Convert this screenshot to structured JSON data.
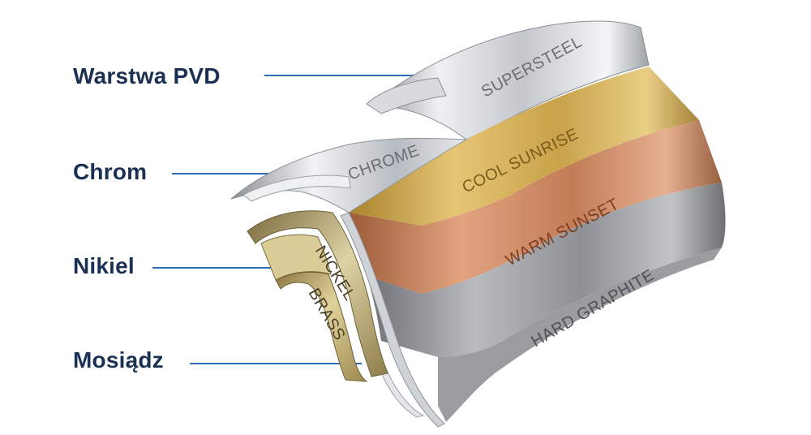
{
  "labels": {
    "pvd": "Warstwa PVD",
    "chrome": "Chrom",
    "nickel": "Nikiel",
    "brass": "Mosiądz"
  },
  "engraved": {
    "superhsteel": "SUPERSTEEL",
    "chrome": "CHROME",
    "cool_sunrise": "COOL SUNRISE",
    "warm_sunset": "WARM SUNSET",
    "hard_graphite": "HARD GRAPHITE",
    "nickel": "NICKEL",
    "brass": "BRASS"
  },
  "colors": {
    "label_text": "#1b3153",
    "leader_line": "#2e6cb4",
    "steel": "#c9ccd0",
    "gold": "#c9a64a",
    "copper": "#c98660",
    "graphite": "#8d8f93",
    "brass": "#b8a26a"
  }
}
